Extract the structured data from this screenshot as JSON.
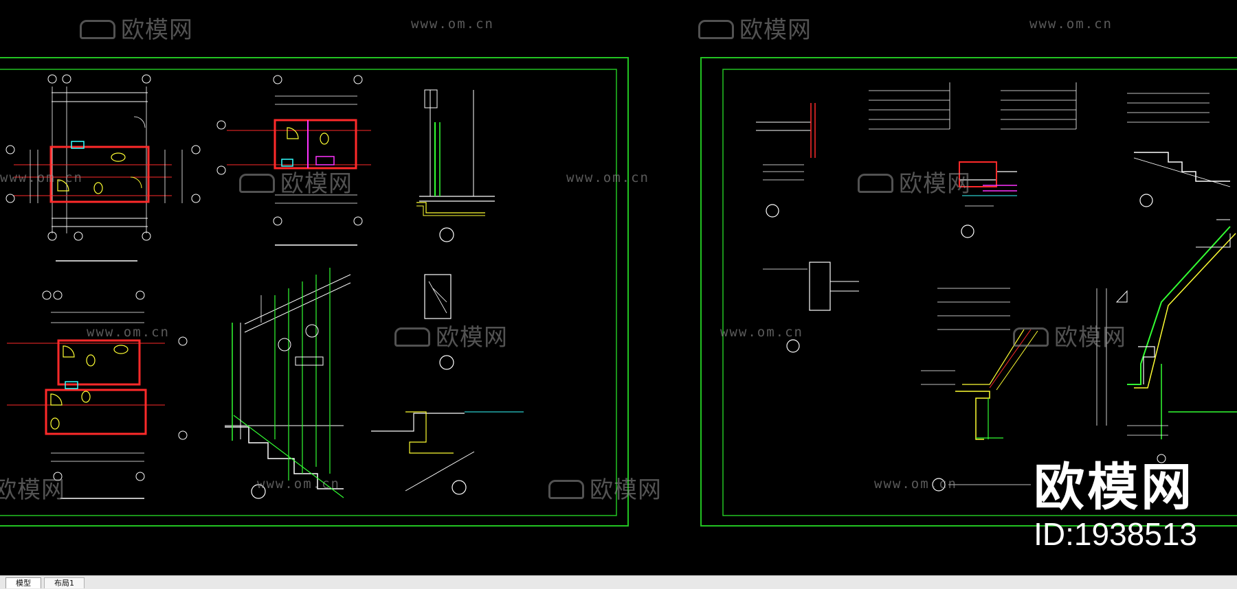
{
  "watermark": {
    "logo_text": "欧模网",
    "url_text": "www.om.cn"
  },
  "brand": {
    "name": "欧模网",
    "id_label": "ID:1938513"
  },
  "tabs": [
    {
      "label": "模型",
      "active": true
    },
    {
      "label": "布局1",
      "active": false
    }
  ],
  "colors": {
    "background": "#000000",
    "frame": "#22c422",
    "cad_white": "#ffffff",
    "cad_green": "#33ff33",
    "cad_yellow": "#ffff33",
    "cad_red": "#ff2a2a",
    "cad_magenta": "#ff33ff",
    "cad_cyan": "#33ffff",
    "grey_line": "#bfbfbf"
  }
}
